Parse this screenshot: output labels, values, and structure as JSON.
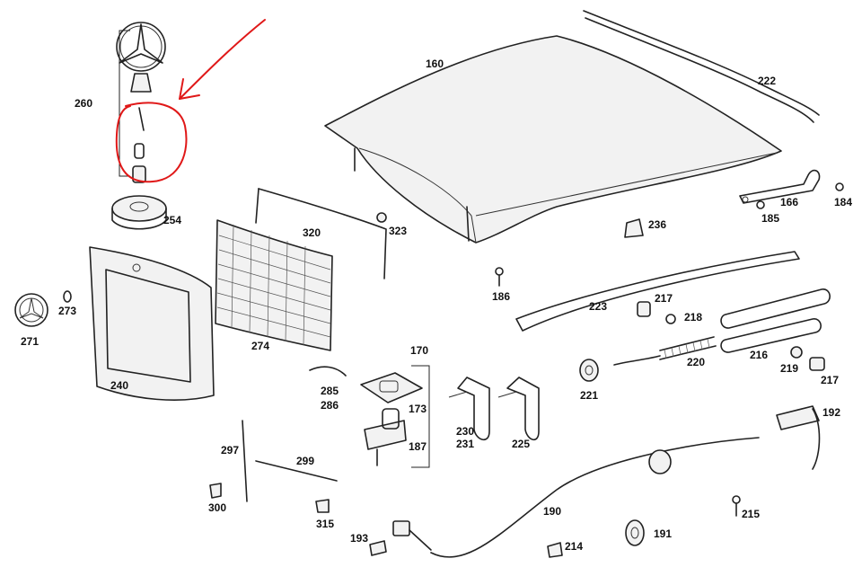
{
  "labels": {
    "p160": "160",
    "p222": "222",
    "p260": "260",
    "p254": "254",
    "p320": "320",
    "p323": "323",
    "p166": "166",
    "p184": "184",
    "p185": "185",
    "p236": "236",
    "p186": "186",
    "p223": "223",
    "p217a": "217",
    "p218": "218",
    "p216": "216",
    "p220": "220",
    "p219": "219",
    "p217b": "217",
    "p221": "221",
    "p271": "271",
    "p273": "273",
    "p240": "240",
    "p274": "274",
    "p285": "285",
    "p286": "286",
    "p170": "170",
    "p173": "173",
    "p187": "187",
    "p230": "230",
    "p231": "231",
    "p225": "225",
    "p192": "192",
    "p297": "297",
    "p299": "299",
    "p300": "300",
    "p315": "315",
    "p190": "190",
    "p215": "215",
    "p193": "193",
    "p214": "214",
    "p191": "191"
  },
  "colors": {
    "line": "#222222",
    "markup": "#e01818",
    "background": "#ffffff"
  }
}
